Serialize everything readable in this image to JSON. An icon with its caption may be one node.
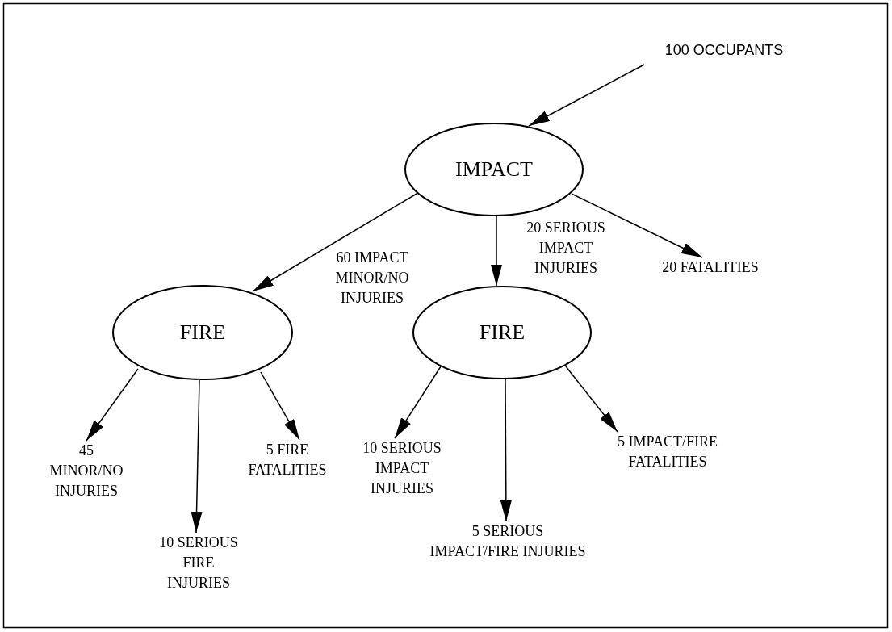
{
  "diagram": {
    "nodes": [
      {
        "text": [
          "100 OCCUPANTS"
        ]
      },
      {
        "text": [
          "IMPACT"
        ]
      },
      {
        "text": [
          "FIRE"
        ]
      },
      {
        "text": [
          "FIRE"
        ]
      },
      {
        "text": [
          "20 FATALITIES"
        ]
      },
      {
        "text": [
          "45 MINOR/NO INJURIES"
        ]
      },
      {
        "text": [
          "10 SERIOUS FIRE INJURIES"
        ]
      },
      {
        "text": [
          "5 FIRE FATALITIES"
        ]
      },
      {
        "text": [
          "10 SERIOUS IMPACT INJURIES"
        ]
      },
      {
        "text": [
          "5 SERIOUS IMPACT/FIRE INJURIES"
        ]
      },
      {
        "text": [
          "5 IMPACT/FIRE FATALITIES"
        ]
      }
    ],
    "edges": [
      {
        "from": 0,
        "to": 1,
        "arrow": "to"
      },
      {
        "from": 1,
        "to": 2,
        "arrow": "to",
        "label": "60 IMPACT MINOR/NO INJURIES"
      },
      {
        "from": 1,
        "to": 3,
        "arrow": "to",
        "label": "20 SERIOUS IMPACT INJURIES"
      },
      {
        "from": 1,
        "to": 4,
        "arrow": "to"
      },
      {
        "from": 2,
        "to": 5,
        "arrow": "to"
      },
      {
        "from": 2,
        "to": 6,
        "arrow": "to"
      },
      {
        "from": 2,
        "to": 7,
        "arrow": "to"
      },
      {
        "from": 3,
        "to": 8,
        "arrow": "to"
      },
      {
        "from": 3,
        "to": 9,
        "arrow": "to"
      },
      {
        "from": 3,
        "to": 10,
        "arrow": "to"
      }
    ]
  }
}
